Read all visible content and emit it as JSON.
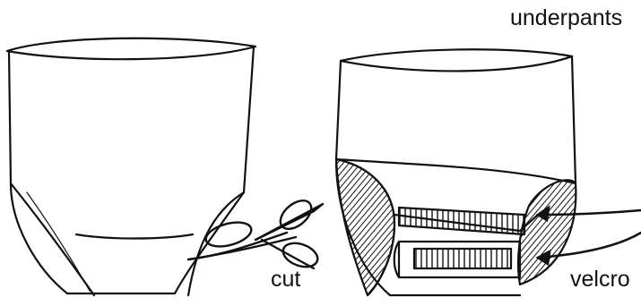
{
  "labels": {
    "underpants": "underpants",
    "cut": "cut",
    "velcro": "velcro"
  },
  "colors": {
    "ink": "#111111",
    "background": "#ffffff"
  },
  "icons": [
    "scissors-icon",
    "arrow-icon"
  ]
}
